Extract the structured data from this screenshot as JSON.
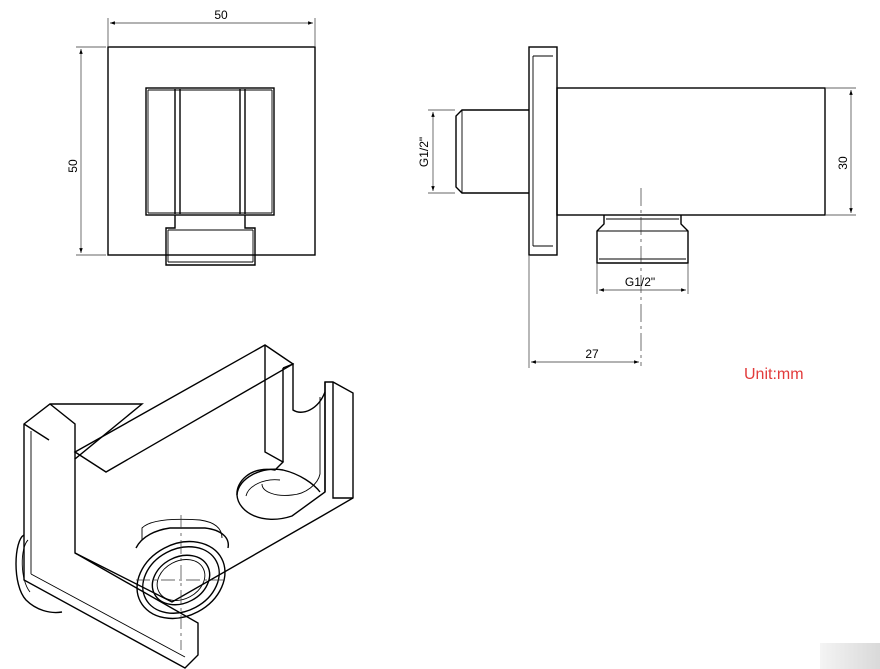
{
  "front_view": {
    "width_label": "50",
    "height_label": "50"
  },
  "side_view": {
    "inlet_thread_label": "G1/2\"",
    "outlet_thread_label": "G1/2\"",
    "height_label": "30",
    "depth_label": "27"
  },
  "unit_label": "Unit:mm",
  "colors": {
    "line": "#000000",
    "unit_text": "#e23b3b"
  }
}
